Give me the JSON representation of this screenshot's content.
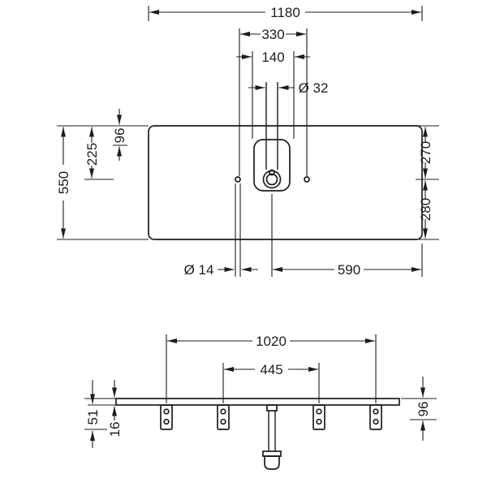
{
  "colors": {
    "line": "#1c1c1c",
    "background": "#ffffff"
  },
  "top_view": {
    "dim_1180": "1180",
    "dim_330": "330",
    "dim_140": "140",
    "dim_dia_32": "Ø 32",
    "dim_550": "550",
    "dim_225": "225",
    "dim_96": "96",
    "dim_270": "270",
    "dim_280": "280",
    "dim_dia_14": "Ø 14",
    "dim_590": "590"
  },
  "front_view": {
    "dim_1020": "1020",
    "dim_445": "445",
    "dim_96": "96",
    "dim_51": "51",
    "dim_16": "16"
  }
}
